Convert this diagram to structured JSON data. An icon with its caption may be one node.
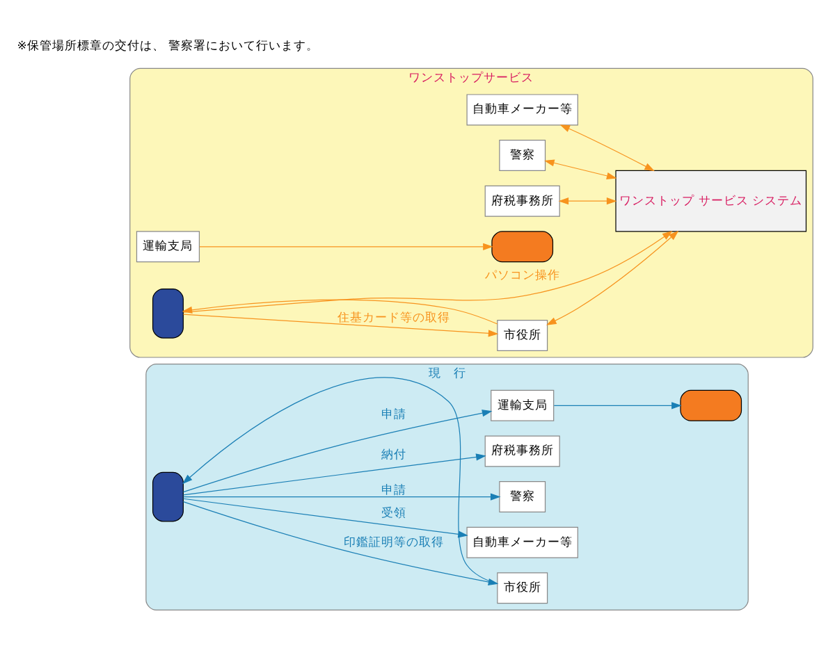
{
  "diagram": {
    "nodes": [
      {
        "text": [
          "現　行"
        ]
      },
      {
        "text": [],
        "shape": "person",
        "in": 0
      },
      {
        "text": [
          "市役所"
        ],
        "in": 0
      },
      {
        "text": [
          "自動車メーカー等"
        ],
        "in": 0
      },
      {
        "text": [
          "警察"
        ],
        "in": 0
      },
      {
        "text": [
          "府税事務所"
        ],
        "in": 0
      },
      {
        "text": [
          "運輸支局"
        ],
        "in": 0
      },
      {
        "text": [],
        "shape": "box",
        "in": 0
      },
      {
        "text": [
          "ワンストップサービス"
        ]
      },
      {
        "text": [
          "市役所"
        ],
        "in": 8
      },
      {
        "text": [
          "自動車メーカー等"
        ],
        "in": 8
      },
      {
        "text": [
          "警察"
        ],
        "in": 8
      },
      {
        "text": [
          "府税事務所"
        ],
        "in": 8
      },
      {
        "text": [
          "運輸支局"
        ],
        "in": 8
      },
      {
        "text": [],
        "shape": "person",
        "in": 8
      },
      {
        "text": [
          "ワンストップ サービス システム"
        ],
        "in": 8
      },
      {
        "text": [],
        "shape": "box",
        "in": 8
      }
    ],
    "edges": [
      {
        "from": 1,
        "to": 2,
        "arrow": "to",
        "label": "印鑑証明等の取得",
        "color": "#1a7fb5"
      },
      {
        "from": 2,
        "to": 1,
        "arrow": "to",
        "color": "#1a7fb5"
      },
      {
        "from": 1,
        "to": 3,
        "arrow": "to",
        "label": "受領",
        "color": "#1a7fb5"
      },
      {
        "from": 1,
        "to": 4,
        "arrow": "to",
        "label": "申請",
        "color": "#1a7fb5"
      },
      {
        "from": 1,
        "to": 5,
        "arrow": "to",
        "label": "納付",
        "color": "#1a7fb5"
      },
      {
        "from": 1,
        "to": 6,
        "arrow": "to",
        "label": "申請",
        "color": "#1a7fb5"
      },
      {
        "from": 6,
        "to": 7,
        "arrow": "to",
        "color": "#1a7fb5"
      },
      {
        "from": 14,
        "to": 9,
        "arrow": "to",
        "label": "住基カード等の取得"
      },
      {
        "from": 9,
        "to": 14,
        "arrow": "to"
      },
      {
        "from": 14,
        "to": 15,
        "arrow": "to",
        "label": "パソコン操作"
      },
      {
        "from": 9,
        "to": 15,
        "arrow": "both"
      },
      {
        "from": 10,
        "to": 15,
        "arrow": "both"
      },
      {
        "from": 11,
        "to": 15,
        "arrow": "both"
      },
      {
        "from": 12,
        "to": 15,
        "arrow": "both"
      },
      {
        "from": 13,
        "to": 16,
        "arrow": "to"
      }
    ],
    "labels": [
      "※保管場所標章の交付は、 警察署において行います。"
    ]
  }
}
